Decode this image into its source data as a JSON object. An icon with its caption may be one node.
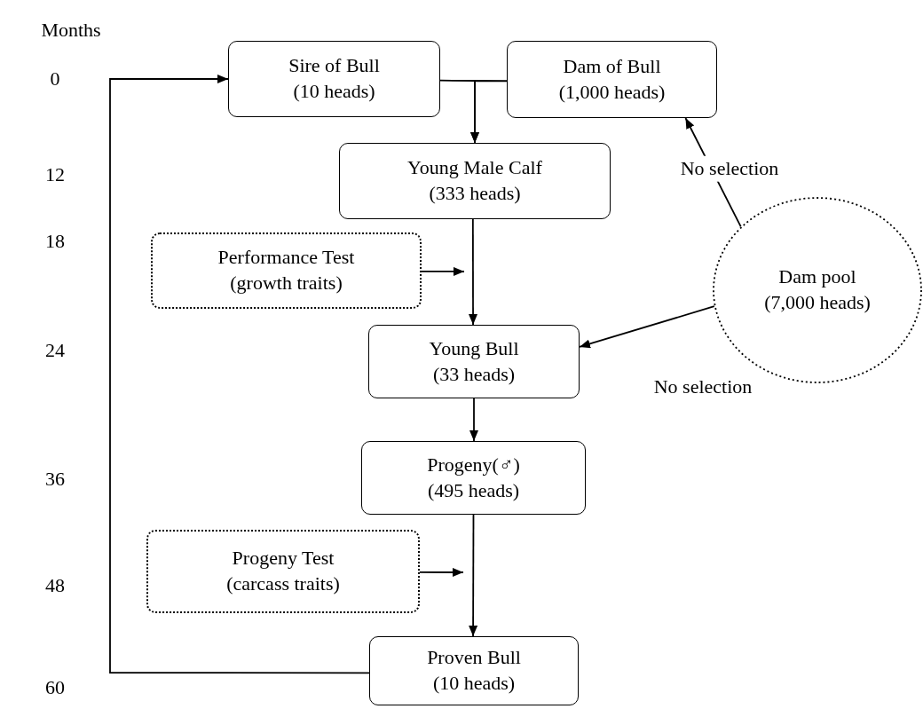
{
  "diagram": {
    "nodes": [
      {
        "text": [
          "Sire of Bull",
          "(10 heads)"
        ]
      },
      {
        "text": [
          "Dam of Bull",
          "(1,000 heads)"
        ]
      },
      {
        "text": [
          "Young Male Calf",
          "(333 heads)"
        ]
      },
      {
        "text": [
          "Performance Test",
          "(growth traits)"
        ]
      },
      {
        "text": [
          "Young Bull",
          "(33 heads)"
        ]
      },
      {
        "text": [
          "Progeny(♂)",
          "(495 heads)"
        ]
      },
      {
        "text": [
          "Progeny Test",
          "(carcass traits)"
        ]
      },
      {
        "text": [
          "Proven Bull",
          "(10 heads)"
        ]
      },
      {
        "text": [
          "Dam pool",
          "(7,000 heads)"
        ]
      }
    ],
    "edges": [
      {
        "from": 0,
        "to": 2,
        "arrow": "to"
      },
      {
        "from": 1,
        "to": 2,
        "arrow": "to"
      },
      {
        "from": 2,
        "to": 4,
        "arrow": "to"
      },
      {
        "from": 4,
        "to": 5,
        "arrow": "to"
      },
      {
        "from": 5,
        "to": 7,
        "arrow": "to"
      },
      {
        "from": 7,
        "to": 0,
        "arrow": "to"
      },
      {
        "from": 3,
        "to": null,
        "arrow": "to"
      },
      {
        "from": 6,
        "to": null,
        "arrow": "to"
      },
      {
        "from": 8,
        "to": 1,
        "arrow": "to",
        "label": "No selection"
      },
      {
        "from": 8,
        "to": 4,
        "arrow": "to",
        "label": "No selection"
      }
    ],
    "labels": [
      "Months",
      "0",
      "12",
      "18",
      "24",
      "36",
      "48",
      "60"
    ]
  }
}
